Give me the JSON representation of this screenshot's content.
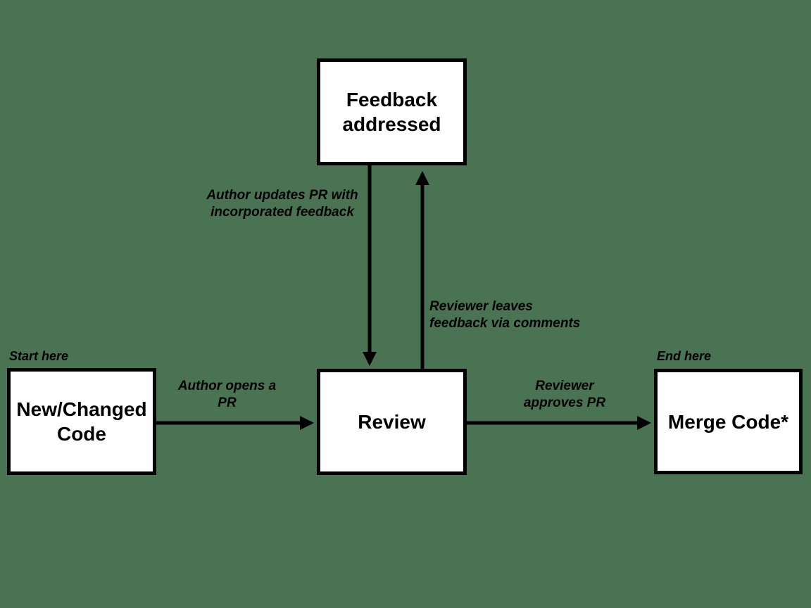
{
  "canvas": {
    "background_color": "#4a7354",
    "node_fill_color": "#ffffff",
    "line_color": "#000000"
  },
  "nodes": {
    "feedback": {
      "label": "Feedback addressed",
      "lines": [
        "Feedback",
        "addressed"
      ]
    },
    "new_code": {
      "label": "New/Changed Code",
      "lines": [
        "New/Changed",
        "Code"
      ]
    },
    "review": {
      "label": "Review",
      "lines": [
        "Review"
      ]
    },
    "merge": {
      "label": "Merge Code*",
      "lines": [
        "Merge Code*"
      ]
    }
  },
  "edges": {
    "author_updates": {
      "label": "Author updates PR with incorporated feedback",
      "lines": [
        "Author updates PR with",
        "incorporated feedback"
      ]
    },
    "reviewer_leaves": {
      "label": "Reviewer leaves feedback via comments",
      "lines": [
        "Reviewer leaves",
        "feedback via comments"
      ]
    },
    "author_opens": {
      "label": "Author opens a PR",
      "lines": [
        "Author opens a",
        "PR"
      ]
    },
    "reviewer_approves": {
      "label": "Reviewer approves PR",
      "lines": [
        "Reviewer",
        "approves PR"
      ]
    }
  },
  "annotations": {
    "start": "Start here",
    "end": "End here"
  }
}
